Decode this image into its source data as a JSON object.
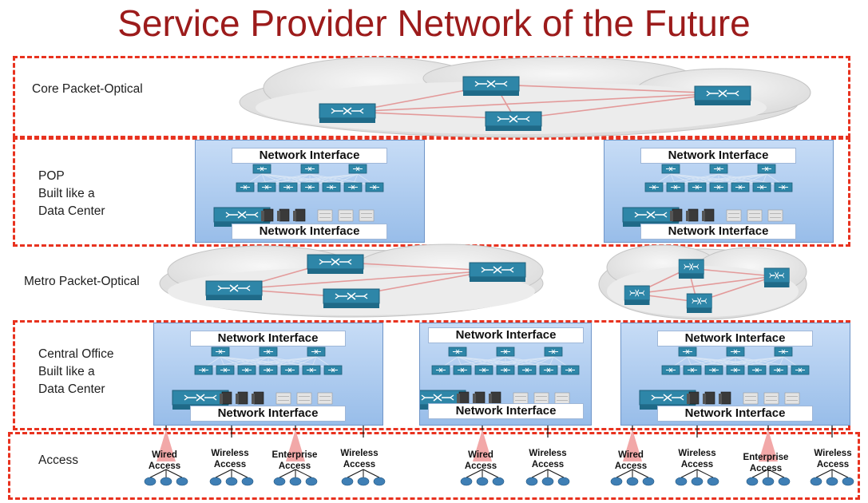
{
  "title": "Service Provider Network of the Future",
  "layers": {
    "core": {
      "label": "Core Packet-Optical"
    },
    "pop": {
      "lines": [
        "POP",
        "Built like a",
        "Data Center"
      ]
    },
    "metro": {
      "label": "Metro Packet-Optical"
    },
    "central_office": {
      "lines": [
        "Central Office",
        "Built like a",
        "Data Center"
      ]
    },
    "access": {
      "label": "Access"
    }
  },
  "network_interface_label": "Network Interface",
  "access_labels": {
    "wired": [
      "Wired",
      "Access"
    ],
    "wireless": [
      "Wireless",
      "Access"
    ],
    "enterprise": [
      "Enterprise",
      "Access"
    ]
  },
  "colors": {
    "title": "#9c1b1b",
    "zone_border": "#e8321f",
    "panel": "#98bde9",
    "router": "#2e86a8",
    "link": "#e39a9a"
  },
  "icons": [
    "router-icon",
    "server-icon",
    "storage-icon",
    "endpoint-icon",
    "cloud-icon"
  ]
}
